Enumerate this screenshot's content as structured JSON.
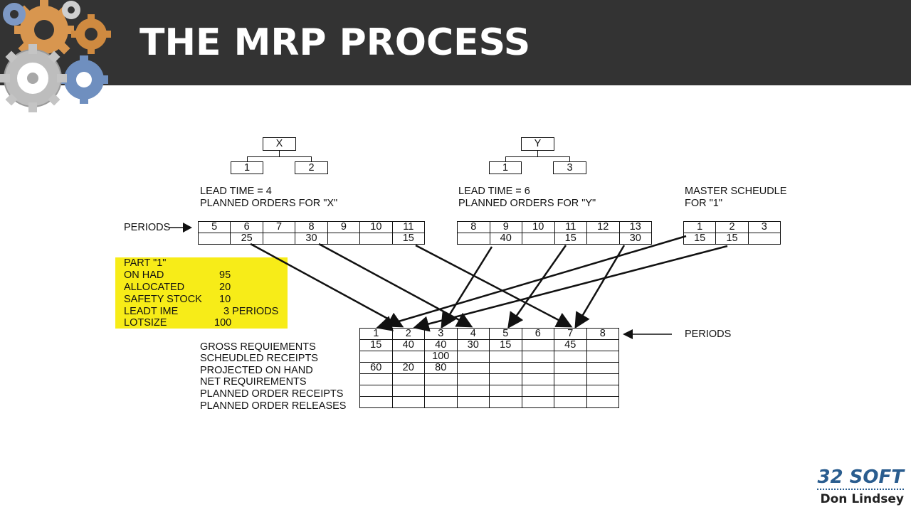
{
  "slide": {
    "title": "THE MRP PROCESS"
  },
  "tree_x": {
    "parent": "X",
    "children": [
      "1",
      "2"
    ]
  },
  "tree_y": {
    "parent": "Y",
    "children": [
      "1",
      "3"
    ]
  },
  "block_x": {
    "line1": "LEAD TIME = 4",
    "line2": "PLANNED ORDERS FOR \"X\""
  },
  "block_y": {
    "line1": "LEAD TIME = 6",
    "line2": "PLANNED ORDERS FOR \"Y\""
  },
  "block_ms": {
    "line1": "MASTER SCHEUDLE",
    "line2": "FOR \"1\""
  },
  "periods_label": "PERIODS",
  "periods_label_bottom": "PERIODS",
  "table_x": {
    "periods": [
      "5",
      "6",
      "7",
      "8",
      "9",
      "10",
      "11"
    ],
    "values": [
      "",
      "25",
      "",
      "30",
      "",
      "",
      "15"
    ]
  },
  "table_y": {
    "periods": [
      "8",
      "9",
      "10",
      "11",
      "12",
      "13"
    ],
    "values": [
      "",
      "40",
      "",
      "15",
      "",
      "30"
    ]
  },
  "table_ms": {
    "periods": [
      "1",
      "2",
      "3"
    ],
    "values": [
      "15",
      "15",
      ""
    ]
  },
  "part_info": {
    "title": "PART \"1\"",
    "rows": [
      {
        "label": "ON HAD",
        "value": "95"
      },
      {
        "label": "ALLOCATED",
        "value": "20"
      },
      {
        "label": "SAFETY STOCK",
        "value": "10"
      },
      {
        "label": "LEADT IME",
        "value": "3 PERIODS"
      },
      {
        "label": "LOTSIZE",
        "value": "100"
      }
    ]
  },
  "mrp": {
    "periods": [
      "1",
      "2",
      "3",
      "4",
      "5",
      "6",
      "7",
      "8"
    ],
    "rows": [
      {
        "label": "GROSS REQUIEMENTS",
        "cells": [
          "15",
          "40",
          "40",
          "30",
          "15",
          "",
          "45",
          ""
        ]
      },
      {
        "label": "SCHEUDLED RECEIPTS",
        "cells": [
          "",
          "",
          "100",
          "",
          "",
          "",
          "",
          ""
        ]
      },
      {
        "label": "PROJECTED ON HAND",
        "cells": [
          "60",
          "20",
          "80",
          "",
          "",
          "",
          "",
          ""
        ]
      },
      {
        "label": "NET REQUIREMENTS",
        "cells": [
          "",
          "",
          "",
          "",
          "",
          "",
          "",
          ""
        ]
      },
      {
        "label": "PLANNED ORDER RECEIPTS",
        "cells": [
          "",
          "",
          "",
          "",
          "",
          "",
          "",
          ""
        ]
      },
      {
        "label": "PLANNED ORDER RELEASES",
        "cells": [
          "",
          "",
          "",
          "",
          "",
          "",
          "",
          ""
        ]
      }
    ]
  },
  "brand": {
    "line1": "32 SOFT",
    "line2": "Don Lindsey",
    "color": "#2a5d8f"
  },
  "header_color": "#333333",
  "note_color": "#f7ec18"
}
